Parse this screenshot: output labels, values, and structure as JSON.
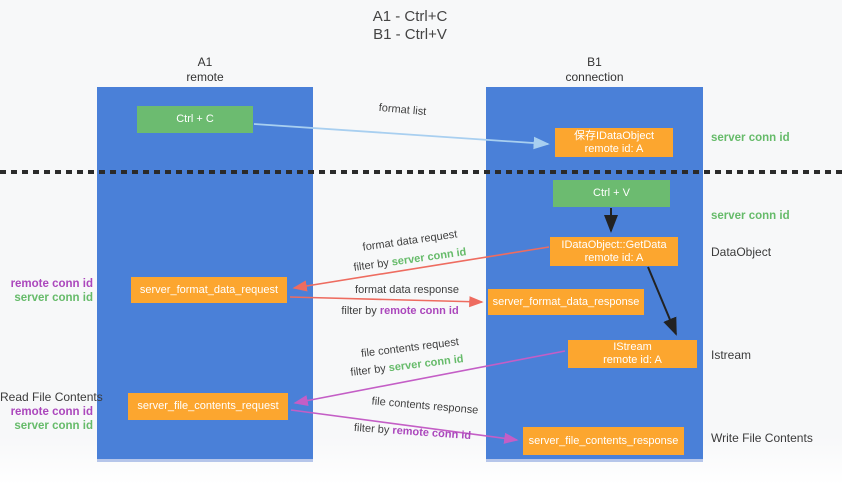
{
  "title": {
    "line1": "A1 - Ctrl+C",
    "line2": "B1 - Ctrl+V"
  },
  "lanes": {
    "left": {
      "name": "A1",
      "subtitle": "remote"
    },
    "right": {
      "name": "B1",
      "subtitle": "connection"
    }
  },
  "nodes": {
    "ctrl_c": {
      "label": "Ctrl + C"
    },
    "ctrl_v": {
      "label": "Ctrl + V"
    },
    "save_dataobject": {
      "line1": "保存IDataObject",
      "line2": "remote id: A"
    },
    "getdata": {
      "line1": "IDataObject::GetData",
      "line2": "remote id: A"
    },
    "istream": {
      "line1": "IStream",
      "line2": "remote id: A"
    },
    "format_request": {
      "label": "server_format_data_request"
    },
    "format_response": {
      "label": "server_format_data_response"
    },
    "file_request": {
      "label": "server_file_contents_request"
    },
    "file_response": {
      "label": "server_file_contents_response"
    }
  },
  "side_labels": {
    "right_server_conn_top": "server conn id",
    "right_server_conn_mid": "server conn id",
    "right_dataobject": "DataObject",
    "right_istream": "Istream",
    "right_write_file": "Write File Contents",
    "left_remote_conn_top": "remote conn id",
    "left_server_conn_top": "server conn id",
    "left_read_file": "Read File Contents",
    "left_remote_conn_bottom": "remote conn id",
    "left_server_conn_bottom": "server conn id"
  },
  "flow_labels": {
    "format_list": "format list",
    "format_data_request": "format data request",
    "format_data_response": "format data response",
    "file_contents_request": "file contents request",
    "file_contents_response": "file contents response",
    "filter_prefix": "filter by ",
    "filter_server_conn": "server conn id",
    "filter_remote_conn": "remote conn id"
  },
  "colors": {
    "lane_blue": "#4a80d8",
    "node_green": "#6cbb70",
    "node_orange": "#fca62f",
    "arrow_light_blue": "#a8cff0",
    "arrow_red": "#ee6c60",
    "arrow_magenta": "#c45ec6",
    "arrow_black": "#222222",
    "text_green": "#66bb6a",
    "text_purple": "#ab47bc"
  }
}
